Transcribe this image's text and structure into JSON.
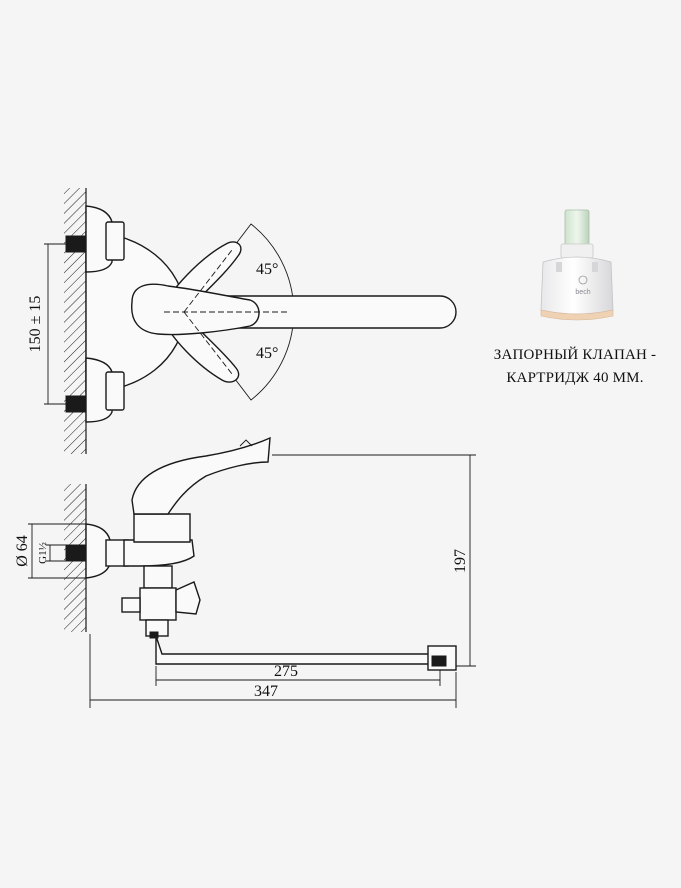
{
  "caption": {
    "line1": "ЗАПОРНЫЙ КЛАПАН -",
    "line2": "КАРТРИДЖ 40 ММ."
  },
  "cartridge": {
    "brand": "bech"
  },
  "top_view": {
    "angle_upper": "45°",
    "angle_lower": "45°",
    "distance": "150 ± 15"
  },
  "side_view": {
    "diameter": "Ø 64",
    "thread": "G1½",
    "height": "197",
    "spout_length": "275",
    "total_length": "347"
  }
}
